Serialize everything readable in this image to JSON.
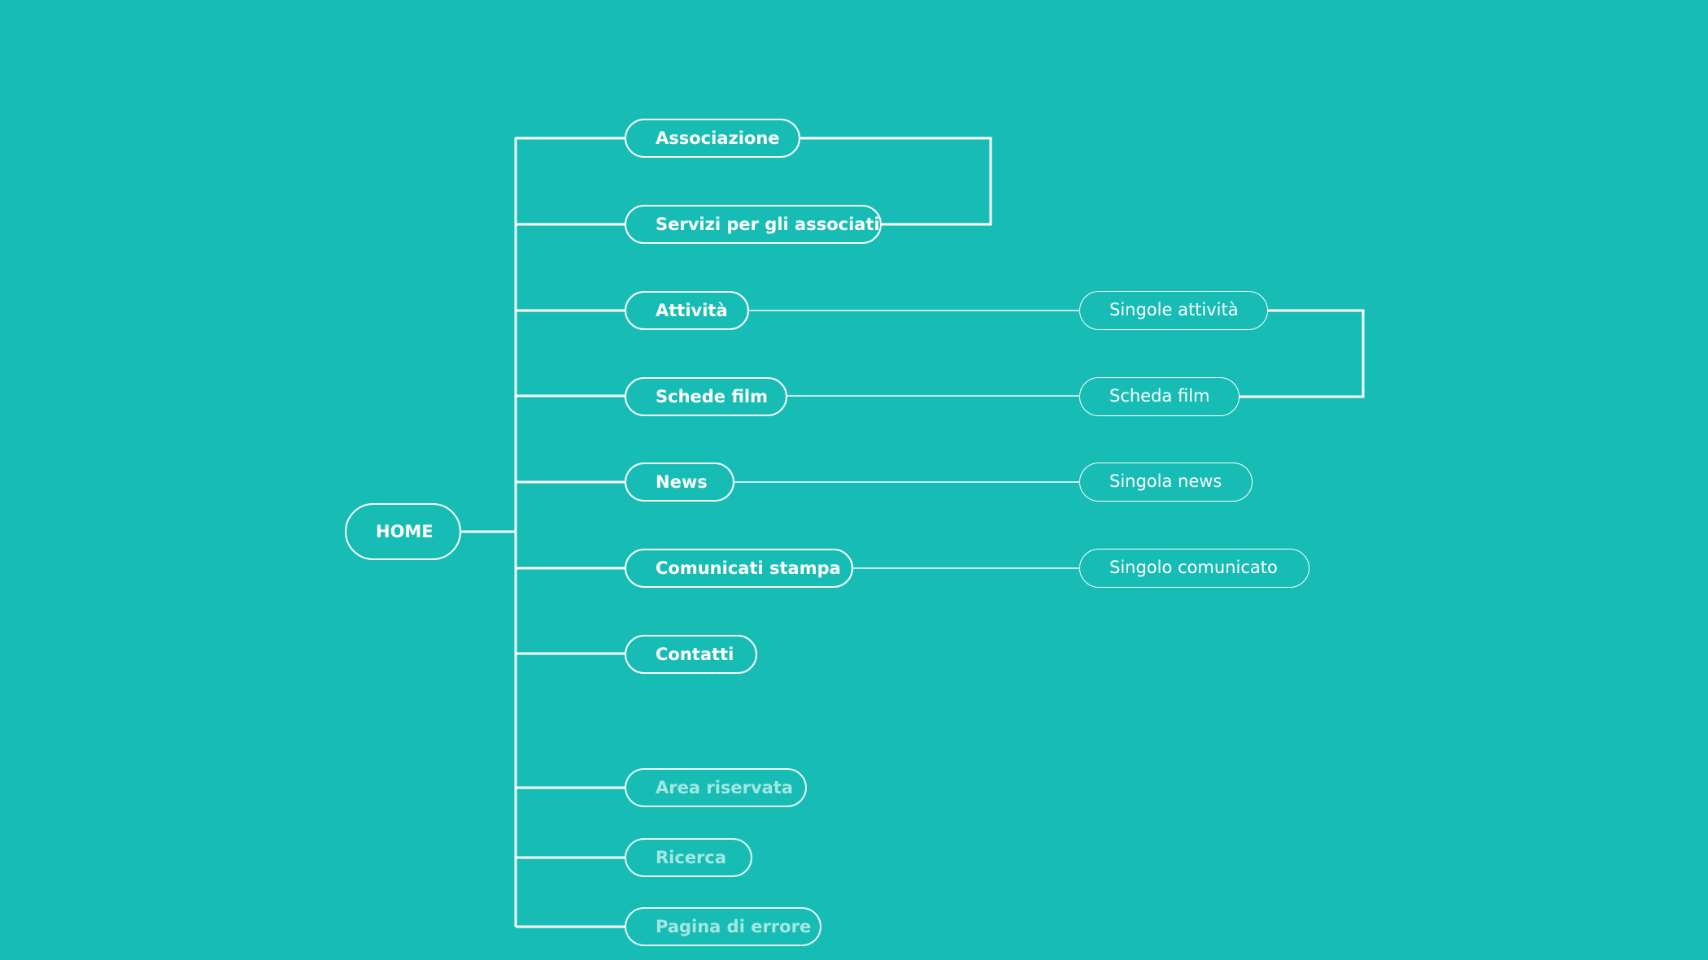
{
  "diagram": {
    "root": "HOME",
    "sections": {
      "associazione": "Associazione",
      "servizi": "Servizi per gli associati",
      "attivita": "Attività",
      "schede_film": "Schede film",
      "news": "News",
      "comunicati": "Comunicati stampa",
      "contatti": "Contatti",
      "area_riservata": "Area riservata",
      "ricerca": "Ricerca",
      "pagina_errore": "Pagina di errore"
    },
    "details": {
      "singole_attivita": "Singole attività",
      "scheda_film": "Scheda film",
      "singola_news": "Singola news",
      "singolo_comunicato": "Singolo comunicato"
    },
    "colors": {
      "background": "#17BDB4",
      "stroke": "#FFFFFF"
    }
  }
}
